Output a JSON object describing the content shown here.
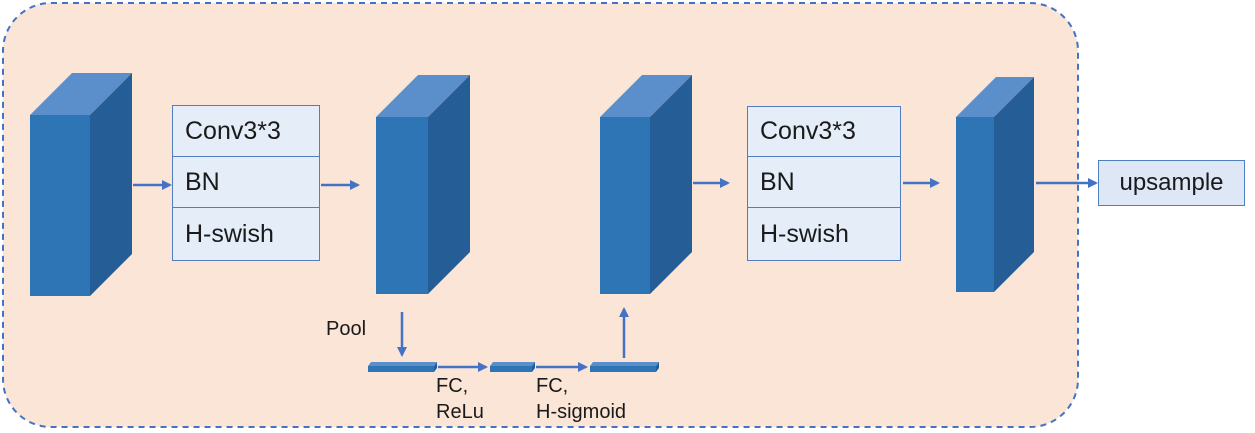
{
  "block1": {
    "items": [
      "Conv3*3",
      "BN",
      "H-swish"
    ]
  },
  "block2": {
    "items": [
      "Conv3*3",
      "BN",
      "H-swish"
    ]
  },
  "output_label": "upsample",
  "pool_label": "Pool",
  "fc1_label": [
    "FC,",
    "ReLu"
  ],
  "fc2_label": [
    "FC,",
    "H-sigmoid"
  ],
  "colors": {
    "background": "#fbe5d6",
    "border": "#4472c4",
    "cube_front": "#2e75b6",
    "cube_top": "#5b8fcc",
    "cube_side": "#255e96",
    "box_fill": "#e4edf8",
    "arrow": "#4472c4"
  }
}
